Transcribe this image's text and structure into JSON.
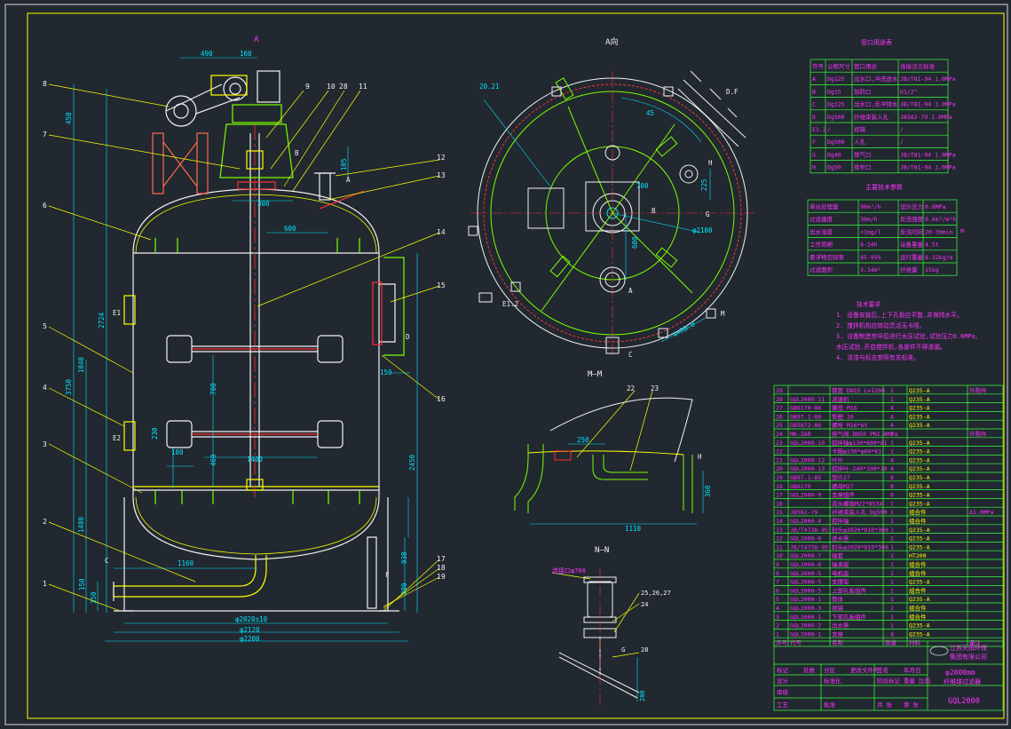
{
  "colors": {
    "background": "#212830",
    "border": "#d8d8d8",
    "vessel": "#f2f2f2",
    "dimension": "#00e5ff",
    "frame_green": "#7cfc00",
    "table_green": "#3cff3c",
    "table_text": "#ffff00",
    "label_text": "#ff33ff",
    "agitator_red": "#ff3030",
    "yellow": "#ffff00"
  },
  "view_titles": {
    "section_a": "A",
    "top_view": "A向",
    "section_mm": "M—M",
    "section_nn": "N—N"
  },
  "main_view": {
    "dimensions": {
      "top_width": "490",
      "top_offset": "160",
      "height_total": "3750",
      "height_1": "1040",
      "height_2": "2724",
      "height_3": "2450",
      "height_4": "1480",
      "impeller_spacing": "700",
      "impeller_width": "1400",
      "blade_height": "230",
      "blade_width": "180",
      "lower_gap": "469",
      "pipe_length": "1160",
      "nozzle_offset": "300",
      "nozzle_span": "600",
      "bottom_1": "150",
      "bottom_2": "938",
      "bottom_3": "380",
      "side_nozzle": "150",
      "side_left": "350",
      "diameter_inner": "φ2020±10",
      "diameter_mid": "φ2120",
      "diameter_outer": "φ2200",
      "top_small": "450",
      "motor_h": "105"
    },
    "nozzle_marks": [
      "A",
      "B",
      "C",
      "D",
      "E1",
      "E2",
      "F"
    ],
    "leader_numbers_left": [
      "8",
      "7",
      "6",
      "5",
      "4",
      "3",
      "2",
      "1"
    ],
    "leader_numbers_top": [
      "9",
      "10",
      "28",
      "11"
    ],
    "leader_numbers_right": [
      "12",
      "13",
      "14",
      "15",
      "16",
      "17",
      "18",
      "19"
    ]
  },
  "top_view": {
    "label_angle": "20.21",
    "dim_a": "45",
    "dim_b": "700",
    "dim_c": "φ2100",
    "dim_d": "225",
    "dim_e": "600",
    "dim_f": "4×R0.0",
    "marks": [
      "D.F",
      "H",
      "B",
      "G",
      "A",
      "M",
      "C",
      "E1.2"
    ]
  },
  "section_mm": {
    "dim_width": "1110",
    "dim_gap": "250",
    "dim_height": "360",
    "mark_h": "H",
    "parts": [
      "22",
      "23"
    ]
  },
  "section_nn": {
    "note": "连接口φ700",
    "dim_v": "200",
    "parts": [
      "24",
      "25,26,27",
      "28"
    ],
    "mark_g": "G"
  },
  "nozzle_table": {
    "title": "管口用途表",
    "headers": [
      "符号",
      "公称尺寸",
      "管口用途",
      "连接法兰标准"
    ],
    "rows": [
      [
        "A",
        "Dg125",
        "出水口,冲洗进水",
        "JB/T81-94 1.0MPa"
      ],
      [
        "B",
        "Dg15",
        "加药口",
        "G1/2\""
      ],
      [
        "C",
        "Dg125",
        "出水口,反冲排水",
        "JB/T81-94 1.0MPa"
      ],
      [
        "D",
        "Dg500",
        "纤维束装入孔",
        "JB582-79 1.0MPa"
      ],
      [
        "E1.2",
        "/",
        "视镜",
        "/"
      ],
      [
        "F",
        "Dg500",
        "人孔",
        "/"
      ],
      [
        "G",
        "Dg40",
        "排气口",
        "JB/T81-94 1.0MPa"
      ],
      [
        "H",
        "Dg50",
        "排空口",
        "JB/T81-94 1.0MPa"
      ]
    ]
  },
  "tech_table": {
    "title": "主要技术参数",
    "rows": [
      [
        "单台处理量",
        "90m³/h",
        "设计压力",
        "0.6MPa"
      ],
      [
        "过滤速度",
        "30m/h",
        "反洗强度",
        "0.6m³/m²h"
      ],
      [
        "出水浊度",
        "<1mg/l",
        "反洗时间",
        "20-30min"
      ],
      [
        "工作周期",
        "8-24h",
        "设备重量",
        "4.5t"
      ],
      [
        "悬浮物去除率",
        "85-95%",
        "运行重量",
        "8-22kg/m"
      ],
      [
        "过滤面积",
        "3.14m²",
        "纤维量",
        "15kg"
      ]
    ],
    "side_note": "m"
  },
  "tech_requirements": {
    "title": "技术要求",
    "items": [
      "1. 设备安装后,上下孔板应平整,并保持水平。",
      "2. 搅拌机构应转动灵活无卡阻。",
      "3. 设备制造完毕后进行水压试验,试验压力0.6MPa。",
      "   水压试验,开启搅拌机,各部件不得渗漏。",
      "4. 涂漆与标志参照有关标准。"
    ]
  },
  "bom": {
    "rows": [
      [
        "29",
        "",
        "钢管 DN15 L=1200",
        "1",
        "Q235-A",
        "外购件"
      ],
      [
        "28",
        "GQL2000-11",
        "减速机",
        "1",
        "Q235-A",
        ""
      ],
      [
        "27",
        "GB6170-86",
        "螺母 M16",
        "4",
        "Q235-A",
        ""
      ],
      [
        "26",
        "GB97.1-86",
        "垫圈 16",
        "4",
        "Q235-A",
        ""
      ],
      [
        "25",
        "GB5872-86",
        "螺栓 M16*65",
        "4",
        "Q235-A",
        ""
      ],
      [
        "24",
        "MK-ZAR",
        "排气阀 DN50 PN1.0MPa",
        "1",
        "",
        "外购件"
      ],
      [
        "23",
        "GQL2000-10",
        "搅拌轴φ130*600*81",
        "1",
        "Q235-A",
        ""
      ],
      [
        "22",
        "",
        "卡箍φ130*φ60*81",
        "1",
        "Q235-A",
        ""
      ],
      [
        "21",
        "GQL2000-12",
        "叶片",
        "4",
        "Q235-A",
        ""
      ],
      [
        "20",
        "GQL2000-13",
        "搅拌叶-240*100*10",
        "4",
        "Q235-A",
        ""
      ],
      [
        "19",
        "GB97.1-85",
        "垫片27",
        "8",
        "Q235-A",
        ""
      ],
      [
        "18",
        "GB6170",
        "螺母M27",
        "8",
        "Q235-A",
        ""
      ],
      [
        "17",
        "GQL2000-9",
        "支座组件",
        "6",
        "Q235-A",
        ""
      ],
      [
        "16",
        "",
        "双头螺栓M27*8534",
        "1",
        "Q235-A",
        ""
      ],
      [
        "15",
        "JB582-79",
        "纤维束装入孔 Dg500",
        "1",
        "组合件",
        "Δ1.0MPa"
      ],
      [
        "14",
        "GQL2000-4",
        "搅拌轴",
        "1",
        "组合件",
        ""
      ],
      [
        "13",
        "JB/T4738-95",
        "封头φ2020*δ10*300",
        "1",
        "Q235-A",
        ""
      ],
      [
        "12",
        "GQL2000-6",
        "进水管",
        "1",
        "Q235-A",
        ""
      ],
      [
        "11",
        "JB/T4738-95",
        "封头φ2020*δ10*300",
        "1",
        "Q235-A",
        ""
      ],
      [
        "10",
        "GQL2000-7",
        "轴套",
        "1",
        "HT200",
        ""
      ],
      [
        "9",
        "GQL2000-8",
        "轴承座",
        "1",
        "组合件",
        ""
      ],
      [
        "8",
        "GQL2000-5",
        "电机座",
        "1",
        "组合件",
        ""
      ],
      [
        "7",
        "GQL2000-5",
        "支撑架",
        "1",
        "Q235-A",
        ""
      ],
      [
        "6",
        "GQL2000-5",
        "上部孔板组件",
        "1",
        "组合件",
        ""
      ],
      [
        "5",
        "GQL2000-1",
        "筒体",
        "1",
        "Q235-A",
        ""
      ],
      [
        "4",
        "GQL2000-3",
        "视镜",
        "2",
        "组合件",
        ""
      ],
      [
        "3",
        "GQL2000-1",
        "下部孔板组件",
        "1",
        "组合件",
        ""
      ],
      [
        "2",
        "GQL2000-2",
        "出水管",
        "1",
        "Q235-A",
        ""
      ],
      [
        "1",
        "GQL2000-1",
        "支座",
        "4",
        "Q235-A",
        ""
      ]
    ],
    "header": [
      "序号",
      "代号",
      "名称",
      "数量",
      "材料",
      "备注"
    ],
    "right_notes": [
      "外购件",
      "外购件"
    ],
    "company_name": "江苏天雨环保",
    "company_line2": "集团有限公司",
    "drawing_title": "φ2000mm",
    "drawing_subtitle": "纤维球过滤器",
    "drawing_number": "GQL2000",
    "title_rows": [
      [
        "标记",
        "处数",
        "分区",
        "更改文件号",
        "签名",
        "年月日"
      ],
      [
        "设计",
        "",
        "标准化",
        "",
        "阶段标记",
        "重量 比例"
      ],
      [
        "审核",
        "",
        "",
        "",
        "",
        ""
      ],
      [
        "工艺",
        "",
        "批准",
        "",
        "共 张",
        "第 张"
      ]
    ]
  }
}
